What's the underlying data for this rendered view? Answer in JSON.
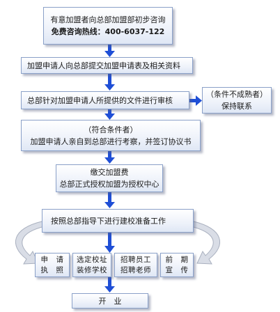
{
  "colors": {
    "arrow": "#1f4fd6",
    "box_border": "#8aa0c8",
    "box_fill_bottom": "#dfe7f5",
    "curve_arrow": "#d9dde6"
  },
  "steps": {
    "consult": {
      "line1": "有意加盟者向总部加盟部初步咨询",
      "line2": "免费咨询热线：400-6037-122"
    },
    "apply": {
      "text": "加盟申请人向总部提交加盟申请表及相关资料"
    },
    "review": {
      "text": "总部针对加盟申请人所提供的文件进行审核"
    },
    "side_note": {
      "line1": "（条件不成熟者）",
      "line2": "保持联系"
    },
    "inspect": {
      "line1": "（符合条件者）",
      "line2": "加盟申请人亲自到总部进行考察，并签订协议书"
    },
    "authorize": {
      "line1": "缴交加盟费",
      "line2": "总部正式授权加盟为授权中心"
    },
    "prepare": {
      "text": "按照总部指导下进行建校准备工作"
    },
    "tasks": [
      {
        "line1": "申　请",
        "line2": "执　照"
      },
      {
        "line1": "选定校址",
        "line2": "装修学校"
      },
      {
        "line1": "招聘员工",
        "line2": "招聘老师"
      },
      {
        "line1": "前　期",
        "line2": "宣　传"
      }
    ],
    "open": {
      "text": "开　业"
    }
  }
}
